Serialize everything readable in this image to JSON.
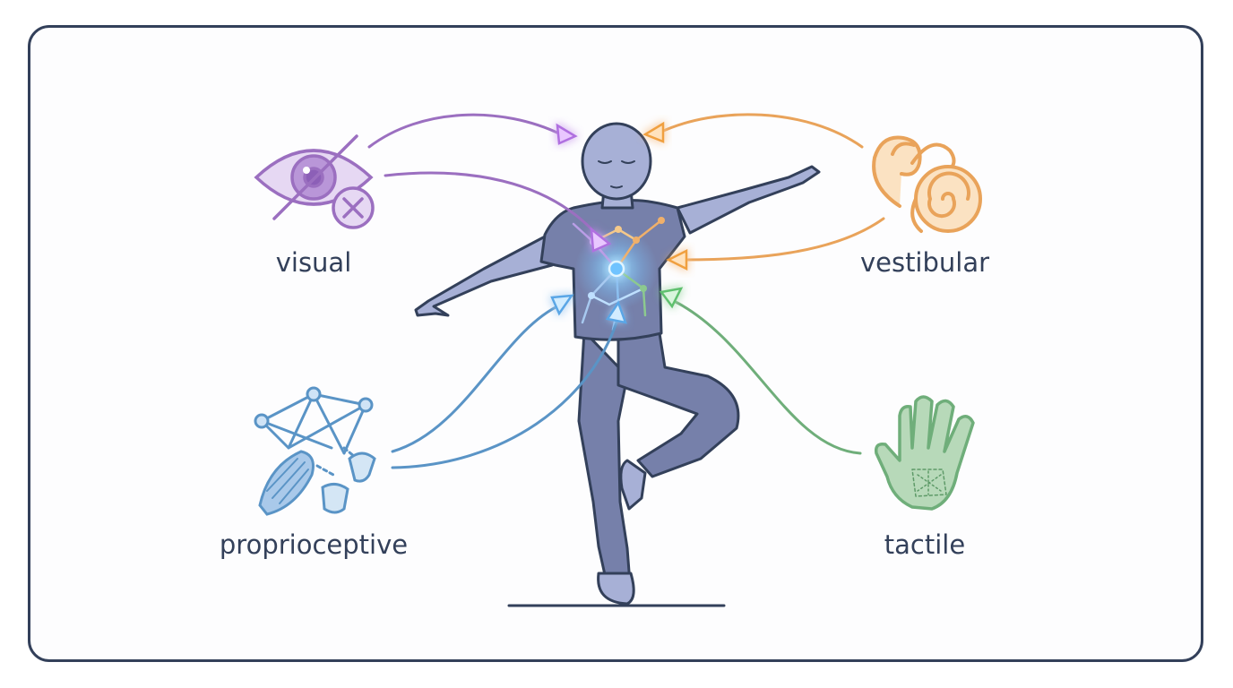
{
  "labels": {
    "visual": "visual",
    "vestibular": "vestibular",
    "proprioceptive": "proprioceptive",
    "tactile": "tactile"
  },
  "colors": {
    "outline": "#33405a",
    "body_fill": "#a7b0d6",
    "body_dark": "#7680aa",
    "visual": "#9b6fc0",
    "vestibular": "#e9a35a",
    "proprioceptive": "#5a94c6",
    "tactile": "#6fae7a",
    "hub": "#6fc3ff"
  },
  "icons": {
    "visual": "crossed-out-eye-icon",
    "vestibular": "inner-ear-icon",
    "proprioceptive": "muscle-joint-network-icon",
    "tactile": "hand-icon"
  }
}
